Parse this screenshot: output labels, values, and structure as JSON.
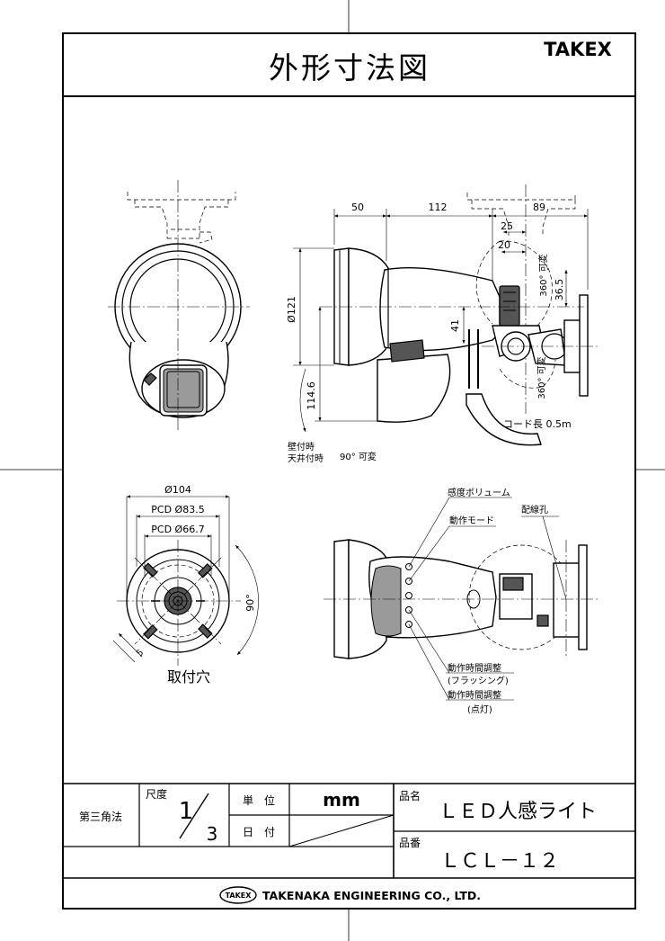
{
  "sheet": {
    "title": "外形寸法図",
    "brand": "TAKEX"
  },
  "dimensions": {
    "d50": "50",
    "d112": "112",
    "d89": "89",
    "d25": "25",
    "d20": "20",
    "d36_5": "36.5",
    "d41": "41",
    "d121": "Ø121",
    "d114_6": "114.6",
    "rot1": "360° 可変",
    "rot2": "360° 可変",
    "cord": "コード長 0.5m",
    "mount_line1": "壁付時",
    "mount_line2": "天井付時",
    "mount_angle": "90° 可変",
    "d104": "Ø104",
    "pcd83": "PCD Ø83.5",
    "pcd66": "PCD Ø66.7",
    "ang90": "90°",
    "d5": "5",
    "holes_caption": "取付穴"
  },
  "callouts": {
    "sensitivity": "感度ボリューム",
    "mode": "動作モード",
    "wiring": "配線孔",
    "time_flash_1": "動作時間調整",
    "time_flash_2": "(フラッシング)",
    "time_light_1": "動作時間調整",
    "time_light_2": "(点灯)"
  },
  "title_block": {
    "projection": "第三角法",
    "scale_label": "尺度",
    "scale_num": "1",
    "scale_den": "3",
    "unit_label": "単　位",
    "unit_value": "mm",
    "date_label": "日　付",
    "product_name_label": "品名",
    "product_name": "ＬＥＤ人感ライト",
    "product_no_label": "品番",
    "product_no": "ＬＣＬ－１２"
  },
  "footer": {
    "badge": "TAKEX",
    "company": "TAKENAKA ENGINEERING CO., LTD."
  }
}
